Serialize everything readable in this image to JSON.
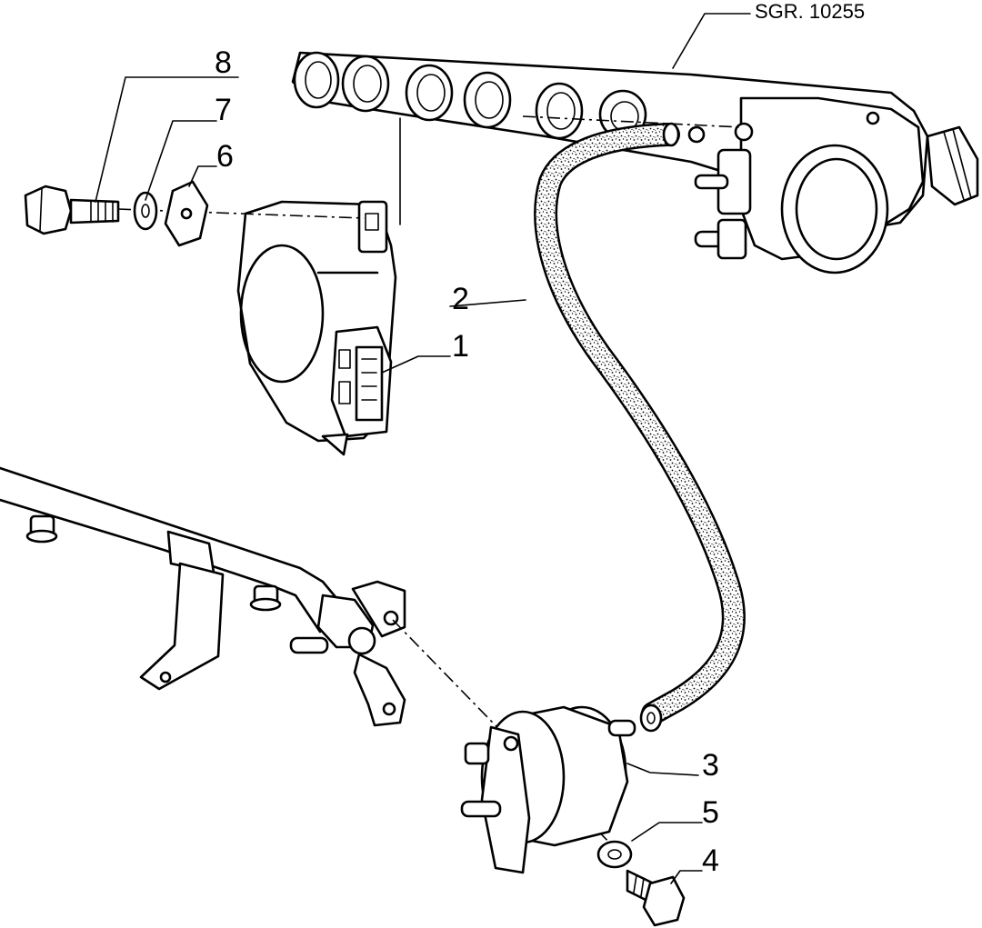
{
  "drawing": {
    "reference": "SGR. 10255",
    "callouts": [
      {
        "id": "1",
        "label": "1"
      },
      {
        "id": "2",
        "label": "2"
      },
      {
        "id": "3",
        "label": "3"
      },
      {
        "id": "4",
        "label": "4"
      },
      {
        "id": "5",
        "label": "5"
      },
      {
        "id": "6",
        "label": "6"
      },
      {
        "id": "7",
        "label": "7"
      },
      {
        "id": "8",
        "label": "8"
      }
    ]
  }
}
